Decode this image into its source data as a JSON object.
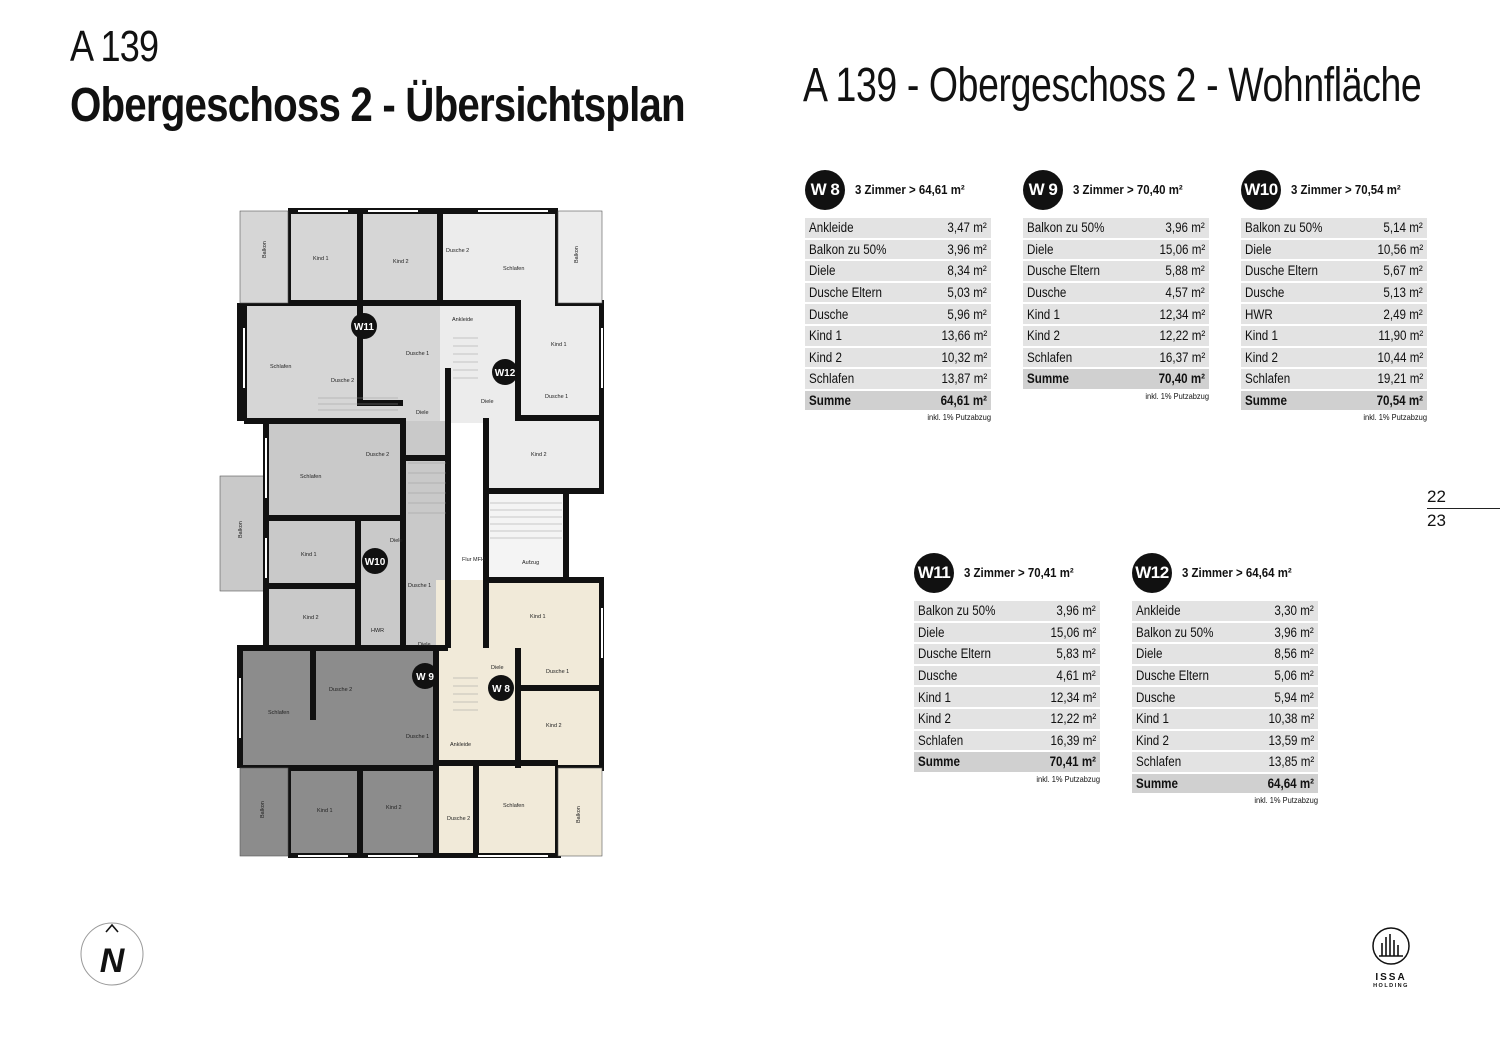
{
  "header": {
    "code": "A 139",
    "title": "Obergeschoss 2 - Übersichtsplan"
  },
  "right_title": "A 139 - Obergeschoss 2 - Wohnfläche",
  "units": [
    {
      "id": "W 8",
      "summary": "3 Zimmer > 64,61 m²",
      "rows": [
        {
          "label": "Ankleide",
          "value": "3,47 m²"
        },
        {
          "label": "Balkon zu 50%",
          "value": "3,96 m²"
        },
        {
          "label": "Diele",
          "value": "8,34 m²"
        },
        {
          "label": "Dusche Eltern",
          "value": "5,03 m²"
        },
        {
          "label": "Dusche",
          "value": "5,96 m²"
        },
        {
          "label": "Kind 1",
          "value": "13,66 m²"
        },
        {
          "label": "Kind 2",
          "value": "10,32 m²"
        },
        {
          "label": "Schlafen",
          "value": "13,87 m²"
        }
      ],
      "total": {
        "label": "Summe",
        "value": "64,61 m²"
      },
      "note": "inkl. 1% Putzabzug"
    },
    {
      "id": "W 9",
      "summary": "3 Zimmer > 70,40 m²",
      "rows": [
        {
          "label": "Balkon zu 50%",
          "value": "3,96 m²"
        },
        {
          "label": "Diele",
          "value": "15,06 m²"
        },
        {
          "label": "Dusche Eltern",
          "value": "5,88 m²"
        },
        {
          "label": "Dusche",
          "value": "4,57 m²"
        },
        {
          "label": "Kind 1",
          "value": "12,34 m²"
        },
        {
          "label": "Kind 2",
          "value": "12,22 m²"
        },
        {
          "label": "Schlafen",
          "value": "16,37 m²"
        }
      ],
      "total": {
        "label": "Summe",
        "value": "70,40 m²"
      },
      "note": "inkl. 1% Putzabzug"
    },
    {
      "id": "W10",
      "summary": "3 Zimmer > 70,54 m²",
      "rows": [
        {
          "label": "Balkon zu 50%",
          "value": "5,14 m²"
        },
        {
          "label": "Diele",
          "value": "10,56 m²"
        },
        {
          "label": "Dusche Eltern",
          "value": "5,67 m²"
        },
        {
          "label": "Dusche",
          "value": "5,13 m²"
        },
        {
          "label": "HWR",
          "value": "2,49 m²"
        },
        {
          "label": "Kind 1",
          "value": "11,90 m²"
        },
        {
          "label": "Kind 2",
          "value": "10,44 m²"
        },
        {
          "label": "Schlafen",
          "value": "19,21 m²"
        }
      ],
      "total": {
        "label": "Summe",
        "value": "70,54 m²"
      },
      "note": "inkl. 1% Putzabzug"
    },
    {
      "id": "W11",
      "summary": "3 Zimmer > 70,41 m²",
      "rows": [
        {
          "label": "Balkon zu 50%",
          "value": "3,96 m²"
        },
        {
          "label": "Diele",
          "value": "15,06 m²"
        },
        {
          "label": "Dusche Eltern",
          "value": "5,83 m²"
        },
        {
          "label": "Dusche",
          "value": "4,61 m²"
        },
        {
          "label": "Kind 1",
          "value": "12,34 m²"
        },
        {
          "label": "Kind 2",
          "value": "12,22 m²"
        },
        {
          "label": "Schlafen",
          "value": "16,39 m²"
        }
      ],
      "total": {
        "label": "Summe",
        "value": "70,41 m²"
      },
      "note": "inkl. 1% Putzabzug"
    },
    {
      "id": "W12",
      "summary": "3 Zimmer > 64,64 m²",
      "rows": [
        {
          "label": "Ankleide",
          "value": "3,30 m²"
        },
        {
          "label": "Balkon zu 50%",
          "value": "3,96 m²"
        },
        {
          "label": "Diele",
          "value": "8,56 m²"
        },
        {
          "label": "Dusche Eltern",
          "value": "5,06 m²"
        },
        {
          "label": "Dusche",
          "value": "5,94 m²"
        },
        {
          "label": "Kind 1",
          "value": "10,38 m²"
        },
        {
          "label": "Kind 2",
          "value": "13,59 m²"
        },
        {
          "label": "Schlafen",
          "value": "13,85 m²"
        }
      ],
      "total": {
        "label": "Summe",
        "value": "64,64 m²"
      },
      "note": "inkl. 1% Putzabzug"
    }
  ],
  "page_numbers": {
    "left": "22",
    "right": "23"
  },
  "plan": {
    "room_labels": {
      "balkon": "Balkon",
      "kind1": "Kind 1",
      "kind2": "Kind 2",
      "schlafen": "Schlafen",
      "dusche1": "Dusche 1",
      "dusche2": "Dusche 2",
      "diele": "Diele",
      "ankleide": "Ankleide",
      "hwr": "HWR",
      "flur": "Flur MFH",
      "aufzug": "Aufzug"
    },
    "badges": {
      "w8": "W 8",
      "w9": "W 9",
      "w10": "W10",
      "w11": "W11",
      "w12": "W12"
    },
    "colors": {
      "w8": "#f1ead9",
      "w9": "#8c8c8c",
      "w10": "#c9c9c9",
      "w11": "#d6d6d6",
      "w12": "#ececec",
      "wall": "#111111"
    }
  },
  "compass": {
    "letter": "N",
    "icon": "north-arrow-icon"
  },
  "logo": {
    "name": "ISSA",
    "sub": "HOLDING",
    "icon": "issa-logo-icon"
  }
}
